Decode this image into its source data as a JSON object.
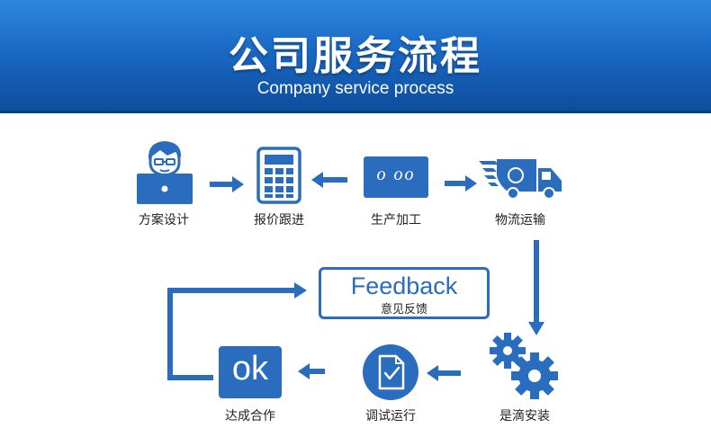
{
  "header": {
    "title": "公司服务流程",
    "subtitle": "Company service process"
  },
  "steps": [
    {
      "label": "方案设计",
      "icon": "designer-laptop-icon"
    },
    {
      "label": "报价跟进",
      "icon": "calculator-icon"
    },
    {
      "label": "生产加工",
      "icon": "card-icon"
    },
    {
      "label": "物流运输",
      "icon": "delivery-truck-icon"
    },
    {
      "label": "是滴安装",
      "icon": "gears-icon"
    },
    {
      "label": "调试运行",
      "icon": "document-check-icon"
    },
    {
      "label": "达成合作",
      "icon": "ok-icon"
    }
  ],
  "card_text": "o oo",
  "ok_text": "ok",
  "feedback": {
    "title": "Feedback",
    "subtitle": "意见反馈"
  },
  "colors": {
    "primary": "#2a6dbf",
    "header_top": "#2f87dd",
    "header_bottom": "#0d4c9c"
  }
}
